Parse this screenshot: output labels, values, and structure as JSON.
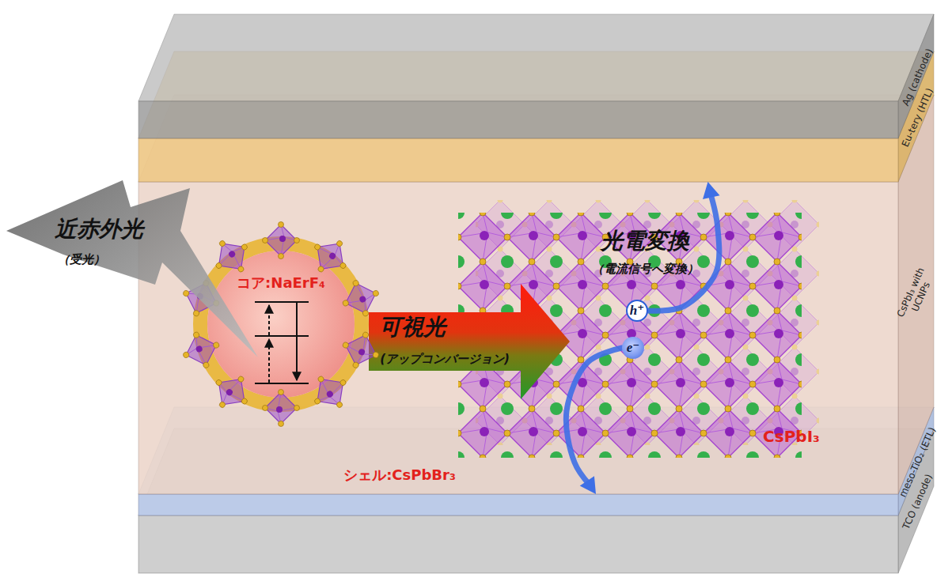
{
  "diagram": {
    "nodes": [
      {
        "text": [
          "Ag (cathode)"
        ]
      },
      {
        "text": [
          "Eu-tery (HTL)"
        ]
      },
      {
        "text": [
          "CsPbI₃ with UCNPs"
        ]
      },
      {
        "text": [
          "コア:NaErF₄",
          "シェル:CsPbBr₃"
        ],
        "in": 2
      },
      {
        "text": [
          "光電変換",
          "（電流信号へ変換）",
          "CsPbI₃"
        ],
        "in": 2
      },
      {
        "text": [
          "h⁺"
        ],
        "in": 4
      },
      {
        "text": [
          "e⁻"
        ],
        "in": 4
      },
      {
        "text": [
          "meso-TiO₂ (ETL)"
        ]
      },
      {
        "text": [
          "TCO (anode)"
        ]
      }
    ],
    "edges": [
      {
        "from": 3,
        "to": 4,
        "arrow": "to",
        "label": "可視光"
      },
      {
        "from": 5,
        "to": 1,
        "arrow": "to"
      },
      {
        "from": 6,
        "to": 7,
        "arrow": "to"
      }
    ],
    "labels": [
      "近赤外光",
      "（受光）",
      "(アップコンバージョン)"
    ]
  }
}
